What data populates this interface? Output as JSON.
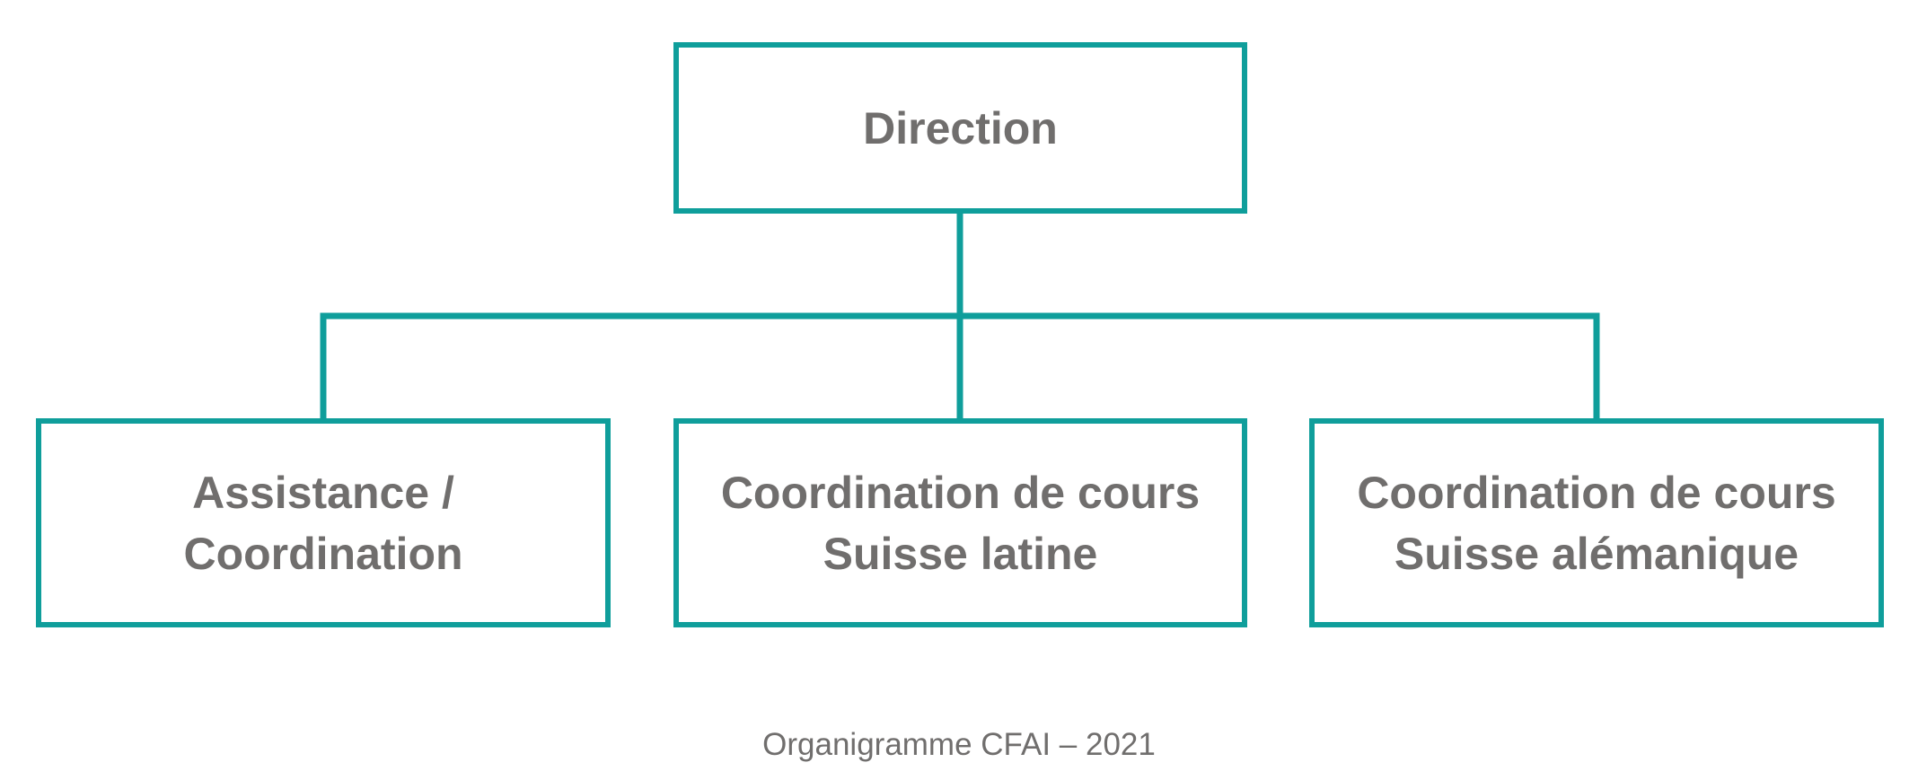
{
  "colors": {
    "box_border": "#0f9e9b",
    "connector": "#0f9e9b",
    "text": "#706e6d",
    "background": "#ffffff"
  },
  "org_chart": {
    "root": {
      "lines": [
        "Direction"
      ]
    },
    "children": [
      {
        "lines": [
          "Assistance /",
          "Coordination"
        ]
      },
      {
        "lines": [
          "Coordination de cours",
          "Suisse latine"
        ]
      },
      {
        "lines": [
          "Coordination de cours",
          "Suisse alémanique"
        ]
      }
    ]
  },
  "caption": "Organigramme CFAI – 2021"
}
